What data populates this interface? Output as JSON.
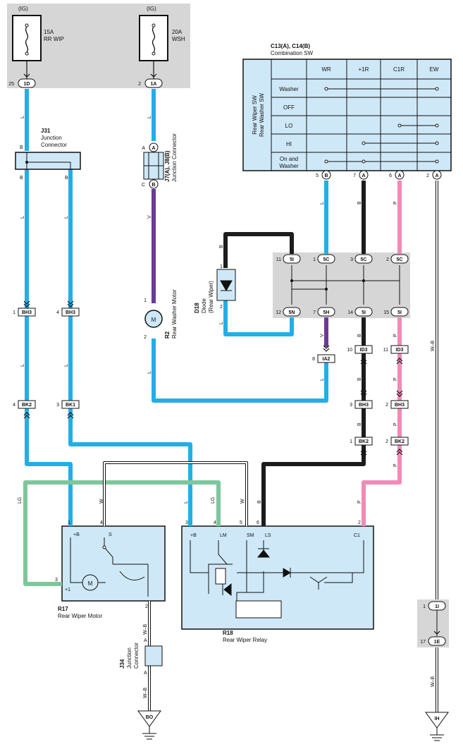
{
  "colors": {
    "wire_L": "#22aee8",
    "wire_V": "#6a3a96",
    "wire_B": "#1c1c1c",
    "wire_P": "#ef8bb6",
    "wire_LG": "#7dc79a",
    "wire_W": "#ffffff",
    "box_fill": "#cfe8f7",
    "panel_gray": "#d6d6d6"
  },
  "fuses": [
    {
      "ig": "(IG)",
      "rating": "15A",
      "name": "RR WIP",
      "pin": "25",
      "conn": "1D"
    },
    {
      "ig": "(IG)",
      "rating": "20A",
      "name": "WSH",
      "pin": "2",
      "conn": "1A"
    }
  ],
  "combo_switch": {
    "code": "C13(A), C14(B)",
    "title": "Combination SW",
    "side_label_1": "Rear Wiper SW",
    "side_label_2": "Rear Washer SW",
    "columns": [
      "WR",
      "+1R",
      "C1R",
      "EW"
    ],
    "rows": [
      "Washer",
      "OFF",
      "LO",
      "HI",
      "On and",
      "Washer"
    ],
    "pins": [
      {
        "num": "5",
        "conn": "B",
        "wire": "L"
      },
      {
        "num": "7",
        "conn": "A",
        "wire": "B"
      },
      {
        "num": "6",
        "conn": "A",
        "wire": "P"
      },
      {
        "num": "2",
        "conn": "A",
        "wire": ""
      }
    ]
  },
  "j31": {
    "code": "J31",
    "name1": "Junction",
    "name2": "Connector",
    "pinL": "B",
    "pinR": "B"
  },
  "j7": {
    "code": "J7(A), J8(B)",
    "name": "Junction Connector",
    "top": "A",
    "bot": "B",
    "topPin": "A",
    "botPin": "C"
  },
  "r2": {
    "code": "R2",
    "name": "Rear Washer Motor",
    "p1": "1",
    "p2": "2",
    "m": "M"
  },
  "d18": {
    "code": "D18",
    "name1": "Diode",
    "name2": "(Rear Wiper)",
    "p1": "1",
    "p2": "2"
  },
  "junction_block": {
    "top": [
      {
        "pin": "11",
        "conn": "5I"
      },
      {
        "pin": "1",
        "conn": "5C"
      },
      {
        "pin": "3",
        "conn": "5C"
      },
      {
        "pin": "2",
        "conn": "5C"
      }
    ],
    "bottom": [
      {
        "pin": "12",
        "conn": "5N"
      },
      {
        "pin": "7",
        "conn": "5H"
      },
      {
        "pin": "14",
        "conn": "5I"
      },
      {
        "pin": "15",
        "conn": "5I"
      }
    ]
  },
  "connectors": {
    "bh3a": {
      "pin": "1",
      "conn": "BH3"
    },
    "bh3b": {
      "pin": "4",
      "conn": "BH3"
    },
    "bk2a": {
      "pin": "4",
      "conn": "BK2"
    },
    "bk1": {
      "pin": "3",
      "conn": "BK1"
    },
    "ia2": {
      "pin": "8",
      "conn": "IA2"
    },
    "id3a": {
      "pin": "10",
      "conn": "ID3"
    },
    "id3b": {
      "pin": "11",
      "conn": "ID3"
    },
    "bh3c": {
      "pin": "3",
      "conn": "BH3"
    },
    "bh3d": {
      "pin": "2",
      "conn": "BH3"
    },
    "bk2b": {
      "pin": "1",
      "conn": "BK2"
    },
    "bk2c": {
      "pin": "2",
      "conn": "BK2"
    },
    "c1i": {
      "pin": "1",
      "conn": "1I"
    },
    "c1e": {
      "pin": "17",
      "conn": "1E"
    }
  },
  "wire_labels": {
    "L": "L",
    "V": "V",
    "B": "B",
    "P": "P",
    "LG": "LG",
    "W": "W",
    "WB": "W–B"
  },
  "r17": {
    "code": "R17",
    "name": "Rear Wiper Motor",
    "pins": [
      "1",
      "4",
      "3",
      "2"
    ],
    "terms": [
      "+B",
      "S",
      "+1"
    ],
    "m": "M"
  },
  "r18": {
    "code": "R18",
    "name": "Rear Wiper Relay",
    "pins": [
      "3",
      "4",
      "5",
      "6",
      "2"
    ],
    "terms": [
      "+B",
      "LM",
      "SM",
      "LS",
      "C1"
    ]
  },
  "j34": {
    "code": "J34",
    "name1": "Junction",
    "name2": "Connector",
    "top": "A",
    "bot": "A"
  },
  "grounds": {
    "left": "BO",
    "right": "IH"
  }
}
